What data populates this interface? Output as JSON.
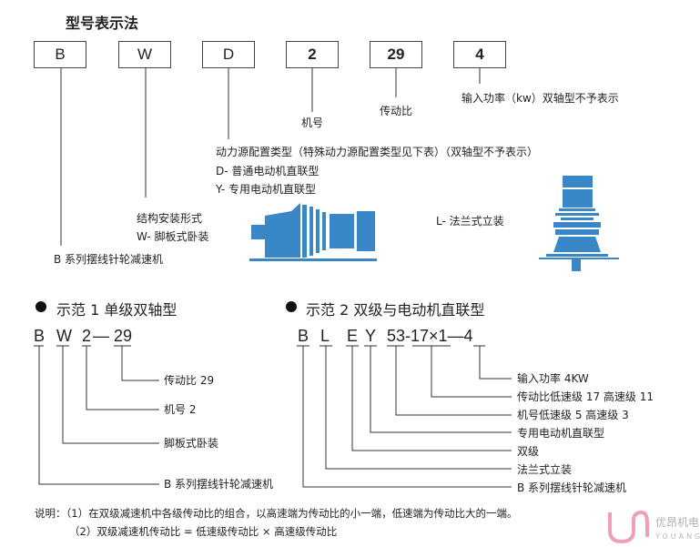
{
  "title": "型号表示法",
  "boxes": [
    "B",
    "W",
    "D",
    "2",
    "29",
    "4"
  ],
  "top_labels": {
    "power": "输入功率（kw）双轴型不予表示",
    "ratio": "传动比",
    "frame": "机号",
    "drive_type": "动力源配置类型（特殊动力源配置类型见下表）（双轴型不予表示）",
    "drive_d": "D- 普通电动机直联型",
    "drive_y": "Y- 专用电动机直联型",
    "mount": "结构安装形式",
    "mount_w": "W- 脚板式卧装",
    "series": "B 系列摆线针轮减速机",
    "mount_l": "L- 法兰式立装"
  },
  "example1": {
    "heading": "示范 1 单级双轴型",
    "code": [
      "B",
      "W",
      "2",
      "—",
      "29"
    ],
    "labels": [
      "传动比 29",
      "机号 2",
      "脚板式卧装",
      "B 系列摆线针轮减速机"
    ]
  },
  "example2": {
    "heading": "示范 2 双级与电动机直联型",
    "code": [
      "B",
      "L",
      "E",
      "Y",
      "53-17×1—4"
    ],
    "labels": [
      "输入功率 4KW",
      "传动比低速级 17 高速级 11",
      "机号低速级 5 高速级 3",
      "专用电动机直联型",
      "双级",
      "法兰式立装",
      "B 系列摆线针轮减速机"
    ]
  },
  "notes": [
    "说明：（1）在双级减速机中各级传动比的组合，以高速端为传动比的小一端，低速端为传动比大的一端。",
    "（2）双级减速机传动比 = 低速级传动比 × 高速级传动比"
  ],
  "logo": {
    "name": "优昂机电",
    "en": "YOUANG"
  },
  "colors": {
    "machine": "#3a87c8",
    "logo": "#f0a0b4"
  }
}
